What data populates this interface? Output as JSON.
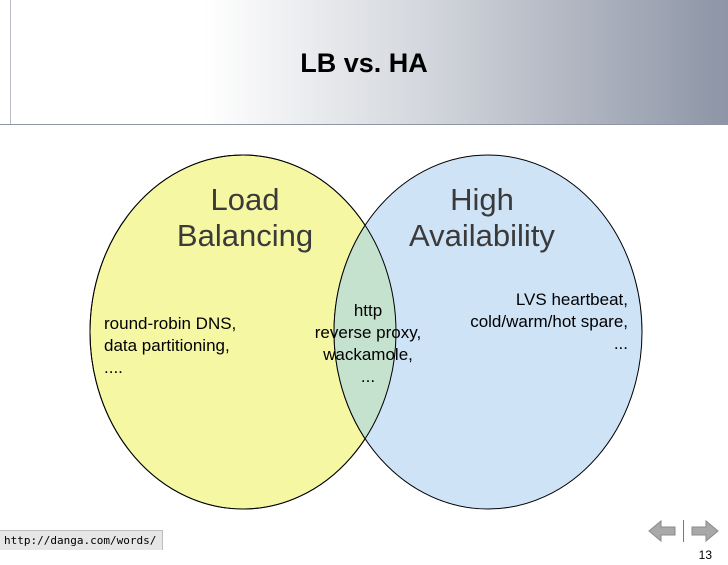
{
  "slide": {
    "title": "LB vs. HA",
    "page_number": "13",
    "footer_url": "http://danga.com/words/"
  },
  "venn": {
    "left": {
      "label_line1": "Load",
      "label_line2": "Balancing",
      "items": [
        "round-robin DNS,",
        "data partitioning,",
        "...."
      ],
      "fill": "#f6f7a3"
    },
    "right": {
      "label_line1": "High",
      "label_line2": "Availability",
      "items": [
        "LVS heartbeat,",
        "cold/warm/hot spare,",
        "..."
      ],
      "fill": "#cfe3f7"
    },
    "overlap": {
      "items": [
        "http",
        "reverse proxy,",
        "wackamole,",
        "..."
      ],
      "fill": "#c5e2cf"
    }
  },
  "nav": {
    "prev_icon": "arrow-left-icon",
    "next_icon": "arrow-right-icon"
  }
}
